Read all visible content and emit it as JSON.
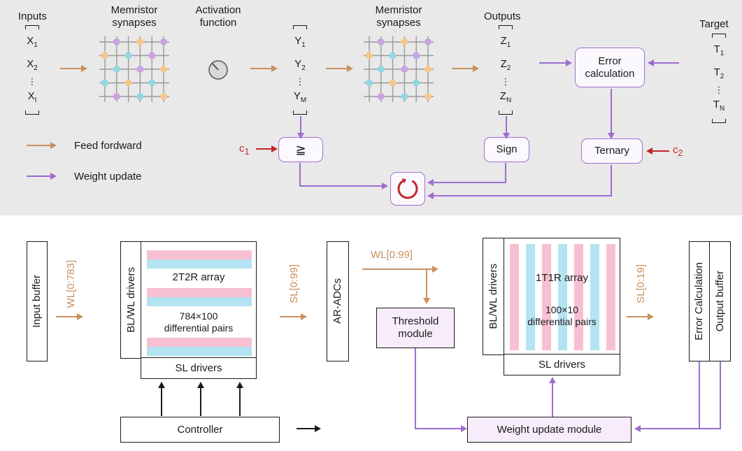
{
  "figure": {
    "top": {
      "inputs_title": "Inputs",
      "outputs_title": "Outputs",
      "target_title": "Target",
      "synapses1_title": "Memristor synapses",
      "activation_title": "Activation function",
      "synapses2_title": "Memristor synapses",
      "ellipsis": "⋮",
      "vec_inputs": [
        {
          "b": "X",
          "s": "1"
        },
        {
          "b": "X",
          "s": "2"
        },
        {
          "b": "X",
          "s": "I"
        }
      ],
      "vec_hidden": [
        {
          "b": "Y",
          "s": "1"
        },
        {
          "b": "Y",
          "s": "2"
        },
        {
          "b": "Y",
          "s": "M"
        }
      ],
      "vec_outputs": [
        {
          "b": "Z",
          "s": "1"
        },
        {
          "b": "Z",
          "s": "2"
        },
        {
          "b": "Z",
          "s": "N"
        }
      ],
      "vec_target": [
        {
          "b": "T",
          "s": "1"
        },
        {
          "b": "T",
          "s": "2"
        },
        {
          "b": "T",
          "s": "N"
        }
      ],
      "legend_feedforward": "Feed fordward",
      "legend_weight_update": "Weight update",
      "error_box": "Error calculation",
      "threshold_symbol": "≧",
      "sign_box": "Sign",
      "ternary_box": "Ternary",
      "c1": {
        "b": "c",
        "s": "1"
      },
      "c2": {
        "b": "c",
        "s": "2"
      },
      "icons": {
        "loop": "recycle-loop-icon",
        "activation": "activation-clock-icon"
      }
    },
    "bottom": {
      "input_buffer": "Input buffer",
      "wl783": "WL[0:783]",
      "blwl_drivers1": "BL/WL drivers",
      "array1_title": "2T2R array",
      "array1_size": "784×100",
      "array1_pairs": "differential pairs",
      "sl_drivers1": "SL drivers",
      "sl99": "SL[0:99]",
      "ar_adcs": "AR-ADCs",
      "wl99": "WL[0:99]",
      "threshold_module": "Threshold module",
      "blwl_drivers2": "BL/WL drivers",
      "array2_title": "1T1R array",
      "array2_size": "100×10",
      "array2_pairs": "differential pairs",
      "sl_drivers2": "SL drivers",
      "sl19": "SL[0:19]",
      "error_calculation": "Error Calculation",
      "output_buffer": "Output buffer",
      "controller": "Controller",
      "weight_update_module": "Weight update module"
    }
  },
  "crossbar": {
    "rows": 5,
    "cols": 6,
    "pattern": [
      "-p-o-p",
      "o-c-p-",
      "-c-p-o",
      "c-o-c-",
      "-p-c-o"
    ],
    "dot_colors": {
      "p": "#c9a3e2",
      "o": "#f5c78f",
      "c": "#93d7e0"
    },
    "line_color": "#999999"
  },
  "colors": {
    "feedforward_arrow": "#c9905f",
    "weight_update_arrow": "#9d6cd0",
    "red_accent": "#c1272d",
    "purple_box_border": "#a26ed3",
    "purple_box_fill": "#fcf9fe",
    "module_fill": "#f6ecfa",
    "stripe_pink": "#f7c0d2",
    "stripe_blue": "#b4e3f2",
    "panel_bg": "#e9e9e9"
  }
}
